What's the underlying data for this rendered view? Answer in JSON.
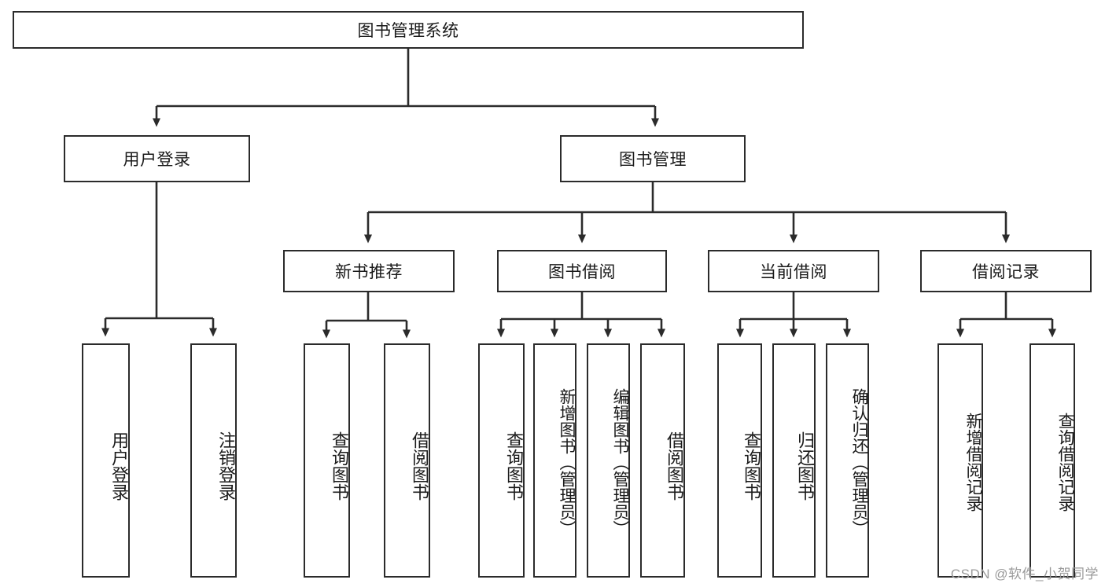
{
  "diagram": {
    "title": "图书管理系统",
    "type": "tree",
    "root": {
      "id": "root",
      "label": "图书管理系统"
    },
    "level2": [
      {
        "id": "user-login",
        "label": "用户登录"
      },
      {
        "id": "book-management",
        "label": "图书管理"
      }
    ],
    "level3": [
      {
        "id": "new-book-recommend",
        "label": "新书推荐",
        "parent": "book-management"
      },
      {
        "id": "book-borrow",
        "label": "图书借阅",
        "parent": "book-management"
      },
      {
        "id": "current-borrow",
        "label": "当前借阅",
        "parent": "book-management"
      },
      {
        "id": "borrow-record",
        "label": "借阅记录",
        "parent": "book-management"
      }
    ],
    "leaves": [
      {
        "id": "leaf-user-login",
        "label": "用户登录",
        "parent": "user-login"
      },
      {
        "id": "leaf-logout",
        "label": "注销登录",
        "parent": "user-login"
      },
      {
        "id": "leaf-query-book-1",
        "label": "查询图书",
        "parent": "new-book-recommend"
      },
      {
        "id": "leaf-borrow-book-1",
        "label": "借阅图书",
        "parent": "new-book-recommend"
      },
      {
        "id": "leaf-query-book-2",
        "label": "查询图书",
        "parent": "book-borrow"
      },
      {
        "id": "leaf-add-book",
        "label": "新增图书（管理员）",
        "parent": "book-borrow"
      },
      {
        "id": "leaf-edit-book",
        "label": "编辑图书（管理员）",
        "parent": "book-borrow"
      },
      {
        "id": "leaf-borrow-book-2",
        "label": "借阅图书",
        "parent": "book-borrow"
      },
      {
        "id": "leaf-query-book-3",
        "label": "查询图书",
        "parent": "current-borrow"
      },
      {
        "id": "leaf-return-book",
        "label": "归还图书",
        "parent": "current-borrow"
      },
      {
        "id": "leaf-confirm-return",
        "label": "确认归还（管理员）",
        "parent": "current-borrow"
      },
      {
        "id": "leaf-add-record",
        "label": "新增借阅记录",
        "parent": "borrow-record"
      },
      {
        "id": "leaf-query-record",
        "label": "查询借阅记录",
        "parent": "borrow-record"
      }
    ]
  },
  "watermark": {
    "text": "CSDN @软件_小贺同学"
  },
  "colors": {
    "border": "#2b2b2b",
    "background": "#ffffff",
    "text": "#1a1a1a",
    "watermark": "#9a9a9a"
  }
}
